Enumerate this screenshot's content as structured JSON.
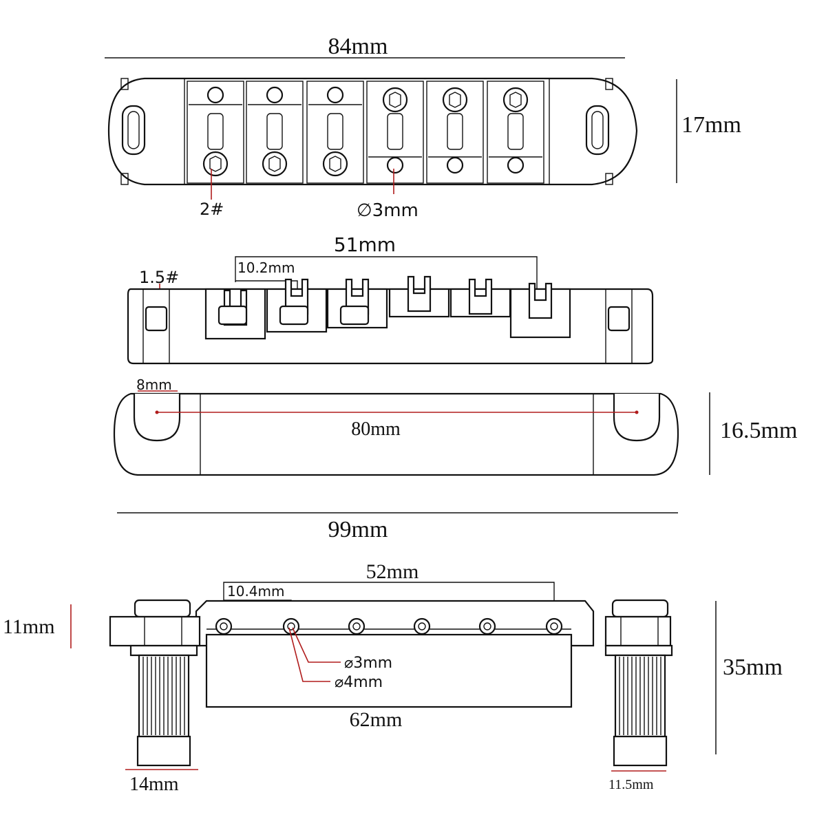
{
  "top_view": {
    "width_label": "84mm",
    "height_label": "17mm",
    "screw_label": "2#",
    "hole_label": "∅3mm"
  },
  "middle_view": {
    "spacing_label": "51mm",
    "saddle_label": "10.2mm",
    "screw_label": "1.5#"
  },
  "tailpiece_view": {
    "slot_label": "8mm",
    "center_label": "80mm",
    "height_label": "16.5mm",
    "overall_label": "99mm"
  },
  "bottom_view": {
    "spacing_label": "52mm",
    "hole_spacing_label": "10.4mm",
    "height_left_label": "11mm",
    "hole3_label": "⌀3mm",
    "hole4_label": "⌀4mm",
    "body_label": "62mm",
    "height_right_label": "35mm",
    "stud_left_label": "14mm",
    "stud_right_label": "11.5mm"
  },
  "colors": {
    "line": "#111111",
    "accent": "#b01c1c"
  }
}
